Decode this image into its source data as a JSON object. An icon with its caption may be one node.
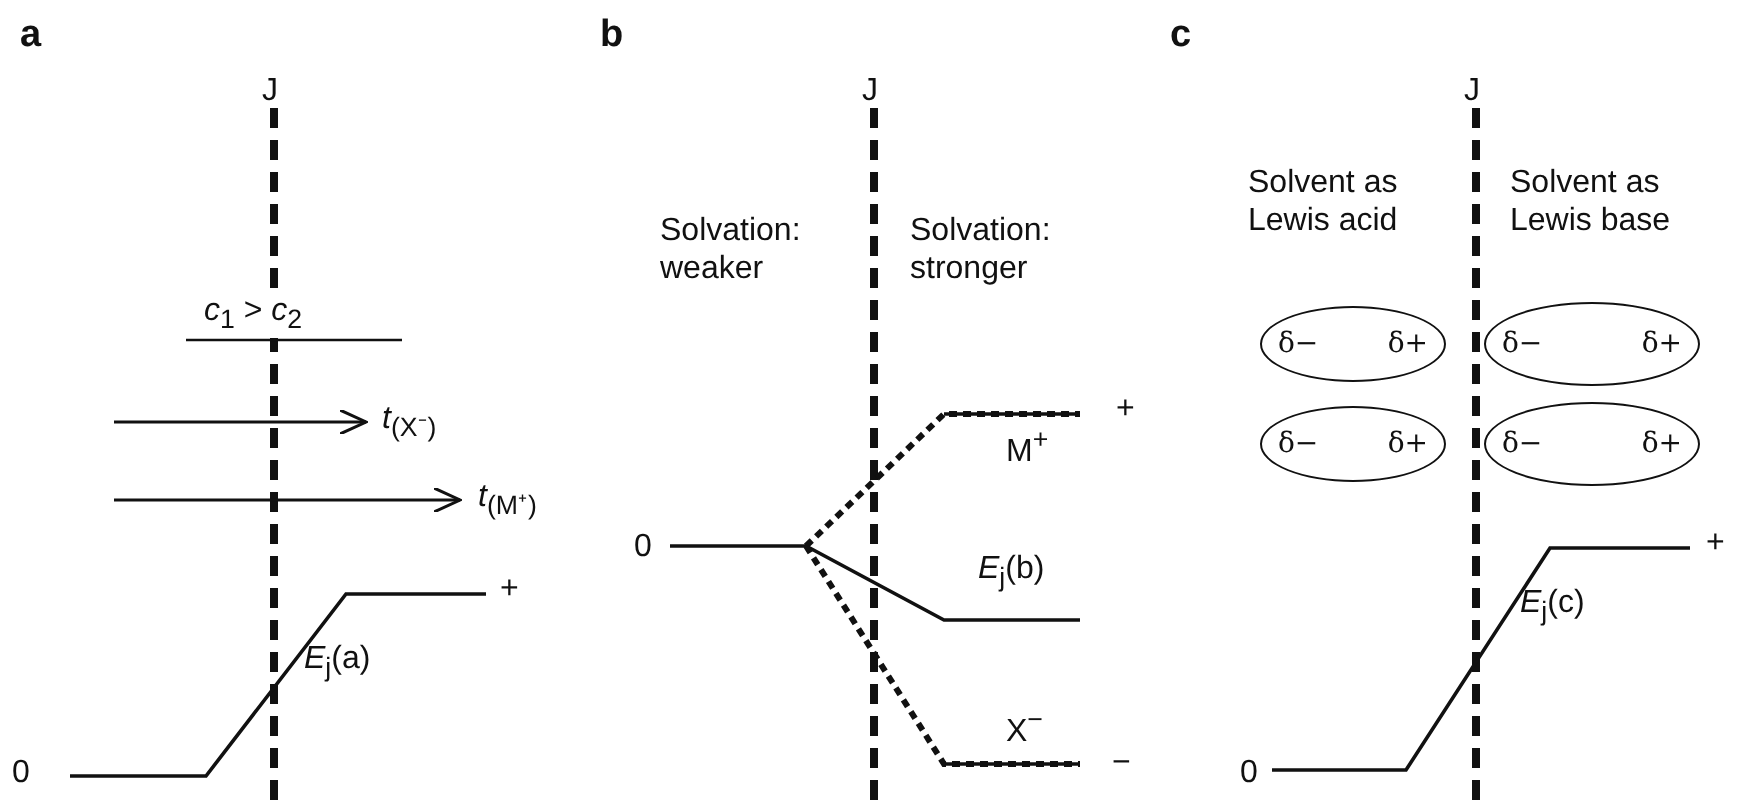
{
  "diagram": {
    "nodes": [
      {
        "text": [
          "δ−",
          "δ+"
        ]
      },
      {
        "text": [
          "δ−",
          "δ+"
        ]
      },
      {
        "text": [
          "δ−",
          "δ+"
        ]
      },
      {
        "text": [
          "δ−",
          "δ+"
        ]
      }
    ],
    "labels": [
      "a",
      "b",
      "c",
      "J",
      "*c*$_{1}$ > *c*$_{2}$",
      "*t*$_{(X⁻)}$",
      "*t*$_{(M⁺)}$",
      "+",
      "*E*$_{j}$(a)",
      "0",
      "J",
      "Solvation: weaker",
      "Solvation: stronger",
      "+",
      "M$^{+}$",
      "0",
      "*E*$_{j}$(b)",
      "X$^{−}$",
      "−",
      "J",
      "Solvent as Lewis acid",
      "Solvent as Lewis base",
      "+",
      "*E*$_{j}$(c)",
      "0"
    ]
  }
}
